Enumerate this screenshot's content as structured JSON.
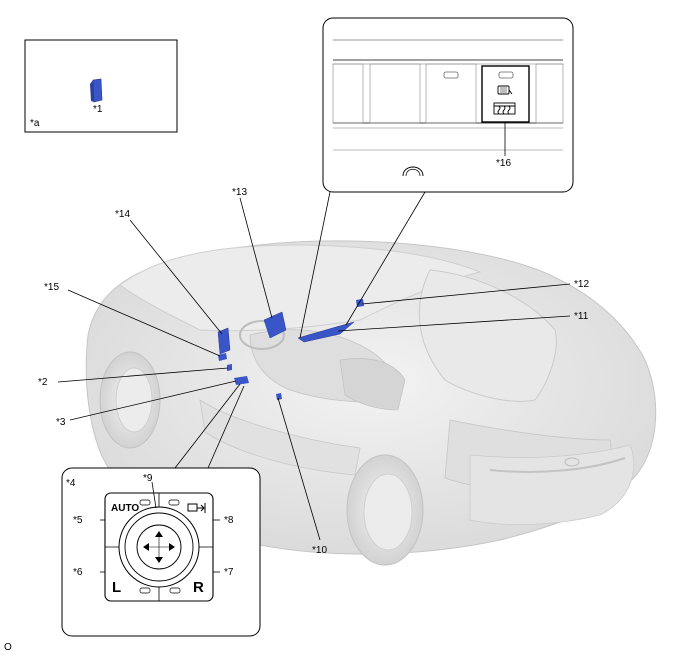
{
  "labels": {
    "a": "*a",
    "l1": "*1",
    "l2": "*2",
    "l3": "*3",
    "l4": "*4",
    "l5": "*5",
    "l6": "*6",
    "l7": "*7",
    "l8": "*8",
    "l9": "*9",
    "l10": "*10",
    "l11": "*11",
    "l12": "*12",
    "l13": "*13",
    "l14": "*14",
    "l15": "*15",
    "l16": "*16"
  },
  "mirror_switch": {
    "auto": "AUTO",
    "left": "L",
    "right": "R"
  },
  "footer": {
    "code": "O"
  },
  "colors": {
    "part_highlight": "#3a55c8",
    "car_body": "#e6e6e6",
    "outline": "#000000"
  }
}
